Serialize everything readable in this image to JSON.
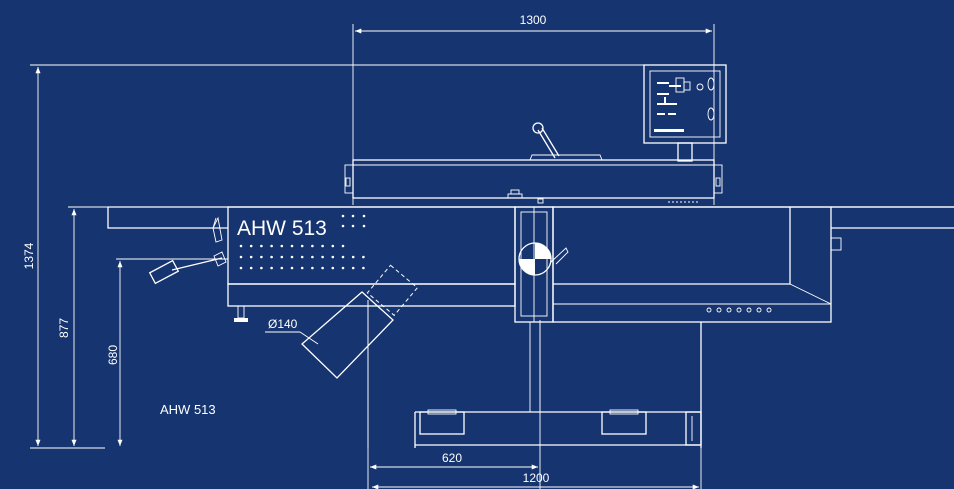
{
  "machine": {
    "model_label": "AHW 513",
    "caption": "AHW 513"
  },
  "dimensions": {
    "overall_width": "1300",
    "overall_height": "1374",
    "table_height": "877",
    "infeed_height": "680",
    "cutter_diameter": "Ø140",
    "offset_620": "620",
    "base_width": "1200"
  },
  "colors": {
    "background": "#16346f",
    "line": "#ffffff"
  }
}
